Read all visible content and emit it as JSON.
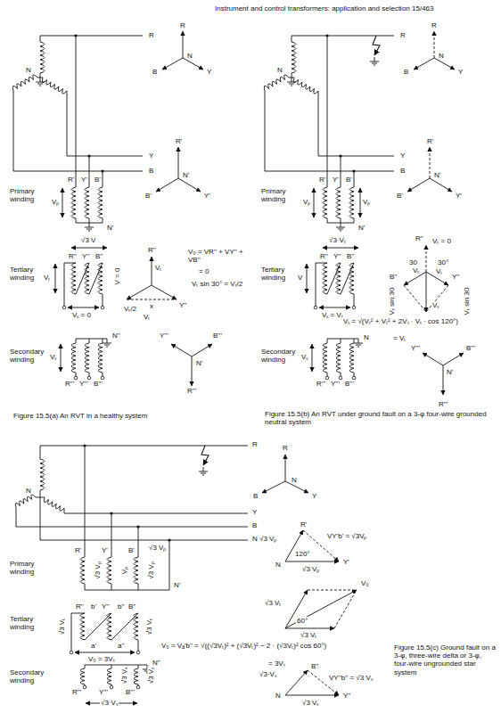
{
  "diagram": {
    "labels": [
      "Instrument and control transformers: application and selection 15/463",
      "R",
      "N",
      "Y",
      "B",
      "R",
      "N",
      "Y",
      "B",
      "R'",
      "Y'",
      "B'",
      "Primary winding",
      "Vₚ",
      "N'",
      "R'",
      "N'",
      "B'",
      "Y'",
      "√3 V",
      "R''",
      "Y''",
      "B''",
      "Tertiary winding",
      "Vₜ",
      "Vₛ = 0",
      "R''",
      "Vₜ",
      "V = 0",
      "Vₜ/2",
      "x",
      "Y''",
      "Vₜ",
      "V₀ = VR'' + VY'' + VB''",
      "= 0",
      "Vₜ sin 30° = Vₜ/2",
      "N''",
      "Vₛ",
      "Secondary winding",
      "R'''",
      "Y'''",
      "B'''",
      "Y'''",
      "B'''",
      "N'",
      "R'''",
      "Figure 15.5(a) An RVT in a healthy system",
      "R",
      "N",
      "Y",
      "B",
      "R",
      "N",
      "Y",
      "B",
      "R'",
      "Y'",
      "B'",
      "Primary winding",
      "Vₚ",
      "Vₚ",
      "N'",
      "R'",
      "N'",
      "B'",
      "Y'",
      "√3·Vₜ",
      "R''",
      "Y''",
      "B''",
      "Tertiary winding",
      "V",
      "Vₛ = Vₜ",
      "R''",
      "Vₜ = 0",
      "30",
      "30°",
      "Vₜ sin 30",
      "Vₜ sin 30",
      "B''",
      "Vₜ",
      "Vₜ",
      "Y''",
      "Vₛ",
      "Vₛ = √(Vₜ² + Vₜ² + 2Vₜ · Vₜ · cos 120°)",
      "= Vₜ",
      "N",
      "Vₛ",
      "Secondary winding",
      "R'''",
      "Y'''",
      "B'''",
      "Y'''",
      "B'''",
      "N'",
      "R'''",
      "Figure 15.5(b) An RVT under ground fault on a 3-φ four-wire grounded neutral system",
      "R",
      "N",
      "Y",
      "B",
      "N",
      "R",
      "N",
      "Y",
      "B",
      "√3 Vₚ",
      "R'",
      "Y'",
      "B'",
      "Primary winding",
      "√3 Vₚ",
      "Vₚ",
      "√3 Vₚ",
      "N'",
      "R''",
      "b'",
      "Y''",
      "b''",
      "B''",
      "Tertiary winding",
      "√3 Vₜ",
      "√3 Vₜ",
      "a'",
      "a''",
      "V₀ = 3Vₜ",
      "N''",
      "Secondary winding",
      "√3 Vₛ",
      "√3 Vₛ",
      "R'''",
      "Y'''",
      "B'''",
      "√3·Vₛ",
      "√3 Vₚ",
      "R'",
      "120°",
      "VY'b' = √3Vₚ",
      "N",
      "√3 Vₚ",
      "Y'",
      "V₀",
      "√3 Vₜ",
      "60°",
      "√3 Vₜ",
      "V₀ = Vₐ'b'' = √((√3Vₜ)² + (√3Vₜ)² − 2 · (√3Vₜ)² cos 60°)",
      "= 3Vₜ",
      "√3·Vₛ",
      "B''",
      "VY''b'' = √3 Vₛ",
      "N",
      "√3 Vₛ",
      "Y''",
      "Figure 15.5(c) Ground fault on a 3-φ, three-wire delta or 3-φ, four-wire ungrounded star system"
    ]
  }
}
